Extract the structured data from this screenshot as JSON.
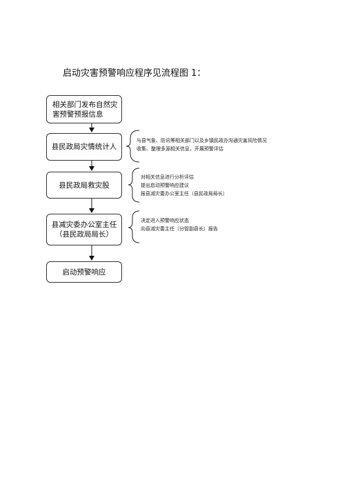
{
  "title": "启动灾害预警响应程序见流程图 1：",
  "flow": {
    "steps": [
      {
        "label": "相关部门发布自然灾\n害预警预报信息"
      },
      {
        "label": "县民政局灾情统计人"
      },
      {
        "label": "县民政局救灾股"
      },
      {
        "label": "县减灾委办公室主任\n（县民政局局长）"
      },
      {
        "label": "启动预警响应"
      }
    ],
    "notes": [
      {
        "lines": [
          "与县气象、防讯等相关部门以及乡镇民政办沟通灾害风险情况",
          "收集、整理多源相关信息，开展预警评估"
        ]
      },
      {
        "lines": [
          "对相关信息进行分析评估",
          "提出启动预警响应建议",
          "报县减灾委办公室主任（县民政局局长）"
        ]
      },
      {
        "lines": [
          "决定进入预警响应状态",
          "向县减灾委主任（分管副县长）报告"
        ]
      }
    ]
  }
}
